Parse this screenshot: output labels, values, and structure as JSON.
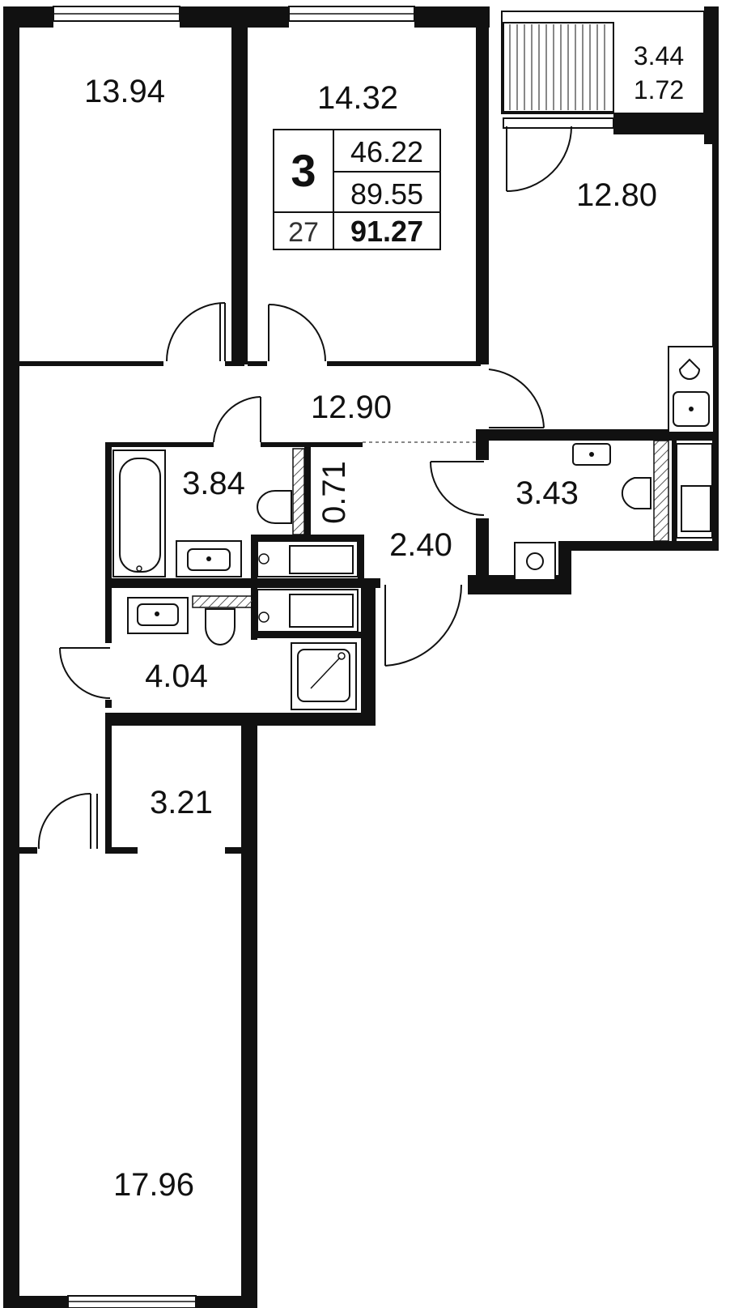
{
  "plan": {
    "rooms_count": "3",
    "living_area": "46.22",
    "total_area": "89.55",
    "floor": "27",
    "total_area_with_balcony": "91.27"
  },
  "rooms": {
    "bedroom_top_left": "13.94",
    "bedroom_top_middle": "14.32",
    "kitchen": "12.80",
    "balcony_area": "3.44",
    "balcony_reduced_area": "1.72",
    "hallway": "12.90",
    "bathroom": "3.84",
    "storage": "0.71",
    "toilet": "3.43",
    "corridor": "2.40",
    "shower_room": "4.04",
    "passage": "3.21",
    "bedroom_bottom": "17.96"
  },
  "colors": {
    "wall": "#111111",
    "background": "#ffffff"
  }
}
